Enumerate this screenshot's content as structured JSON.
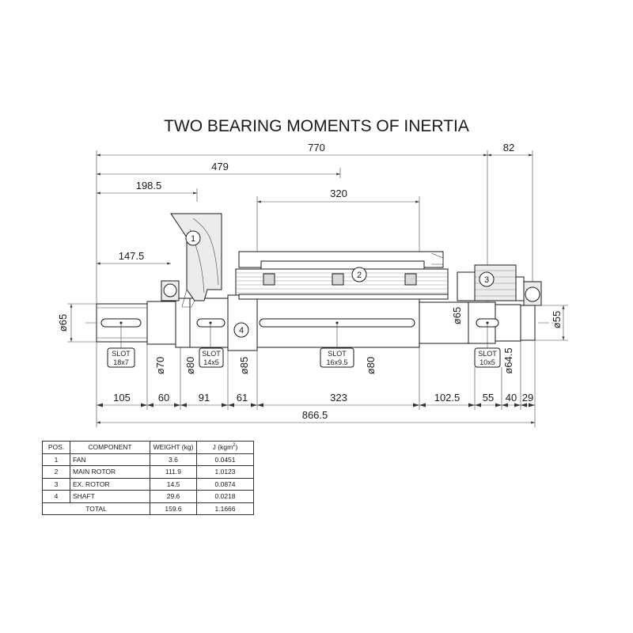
{
  "title": "TWO BEARING MOMENTS OF INERTIA",
  "dimensions": {
    "top": [
      "770",
      "82",
      "479",
      "198.5",
      "320",
      "147.5"
    ],
    "bottom": [
      "105",
      "60",
      "91",
      "61",
      "323",
      "102.5",
      "55",
      "40",
      "29"
    ],
    "total": "866.5",
    "diameters": [
      "ø65",
      "ø70",
      "ø80",
      "ø85",
      "ø80",
      "ø65",
      "ø64.5",
      "ø55"
    ]
  },
  "slots": [
    {
      "label": "SLOT",
      "size": "18x7"
    },
    {
      "label": "SLOT",
      "size": "14x5"
    },
    {
      "label": "SLOT",
      "size": "16x9.5"
    },
    {
      "label": "SLOT",
      "size": "10x5"
    }
  ],
  "balloons": [
    "1",
    "2",
    "3",
    "4"
  ],
  "table": {
    "headers": [
      "POS.",
      "COMPONENT",
      "WEIGHT (kg)",
      "J (kgm",
      "2",
      ")"
    ],
    "rows": [
      {
        "pos": "1",
        "component": "FAN",
        "weight": "3.6",
        "j": "0.0451"
      },
      {
        "pos": "2",
        "component": "MAIN ROTOR",
        "weight": "111.9",
        "j": "1.0123"
      },
      {
        "pos": "3",
        "component": "EX. ROTOR",
        "weight": "14.5",
        "j": "0.0874"
      },
      {
        "pos": "4",
        "component": "SHAFT",
        "weight": "29.6",
        "j": "0.0218"
      }
    ],
    "total": {
      "label": "TOTAL",
      "weight": "159.6",
      "j": "1.1666"
    }
  }
}
